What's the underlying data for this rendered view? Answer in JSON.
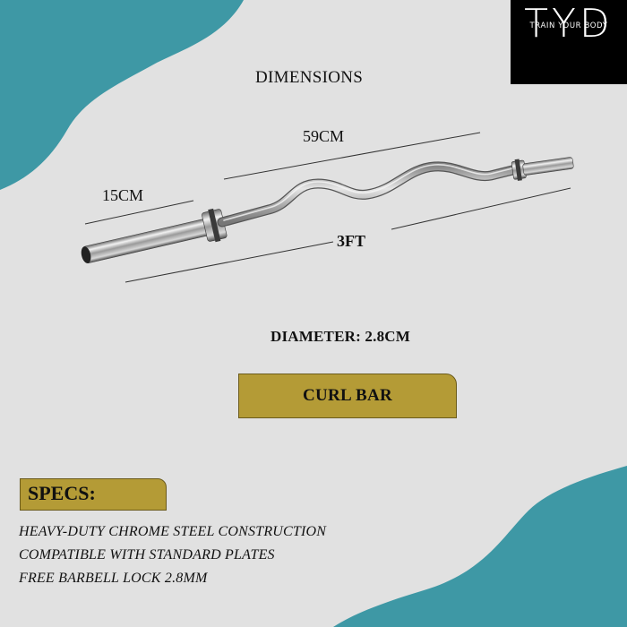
{
  "brand": {
    "logo_text": "TYD",
    "tagline": "TRAIN YOUR BODY"
  },
  "labels": {
    "dimensions_title": "DIMENSIONS",
    "length_middle": "59CM",
    "length_sleeve": "15CM",
    "length_total": "3FT",
    "diameter": "DIAMETER: 2.8CM"
  },
  "product": {
    "name": "CURL BAR"
  },
  "specs": {
    "heading": "SPECS:",
    "items": [
      "HEAVY-DUTY CHROME STEEL CONSTRUCTION",
      "COMPATIBLE WITH STANDARD PLATES",
      "FREE BARBELL LOCK 2.8MM"
    ]
  },
  "colors": {
    "background": "#e1e1e1",
    "teal": "#3e98a5",
    "gold": "#b49b36",
    "logo_bg": "#000000"
  }
}
